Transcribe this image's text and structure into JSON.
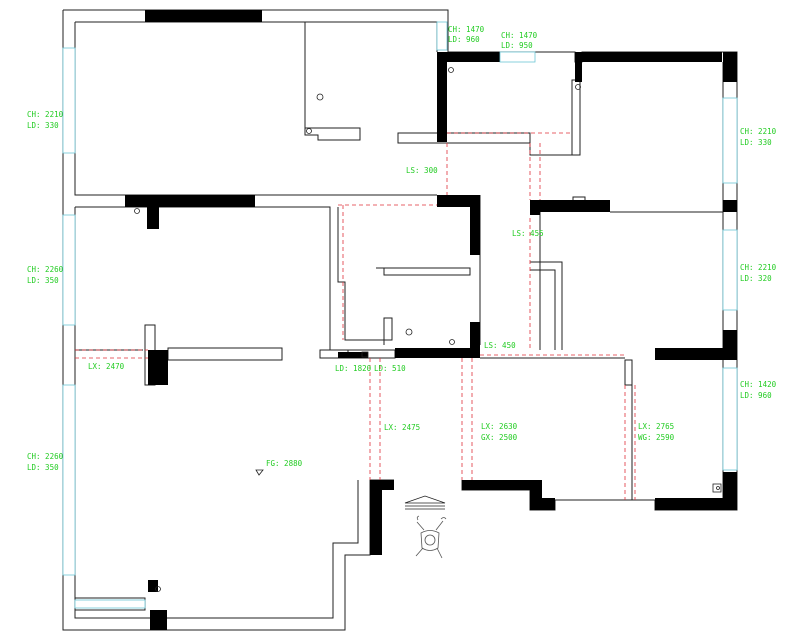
{
  "annotations": {
    "win_top_mid_ch": "CH: 1470",
    "win_top_mid_ld": "LD: 960",
    "win_top_small_ch": "CH: 1470",
    "win_top_small_ld": "LD: 950",
    "win_left_upper_ch": "CH: 2210",
    "win_left_upper_ld": "LD: 330",
    "win_right_upper_ch": "CH: 2210",
    "win_right_upper_ld": "LD: 330",
    "ls_300": "LS: 300",
    "ls_455": "LS: 455",
    "win_left_mid_ch": "CH: 2260",
    "win_left_mid_ld": "LD: 350",
    "win_right_mid_ch": "CH: 2210",
    "win_right_mid_ld": "LD: 320",
    "ls_450": "LS: 450",
    "lx_2470": "LX: 2470",
    "ld_1820": "LD: 1820",
    "ld_510": "LD: 510",
    "win_right_low_ch": "CH: 1420",
    "win_right_low_ld": "LD: 960",
    "lx_2475": "LX: 2475",
    "lx_2630": "LX: 2630",
    "gx_2500": "GX: 2500",
    "lx_2765": "LX: 2765",
    "wg_2590": "WG: 2590",
    "win_left_low_ch": "CH: 2260",
    "win_left_low_ld": "LD: 350",
    "fg_2880": "FG: 2880"
  },
  "colors": {
    "annotation": "#22cc22",
    "wall": "#222222",
    "solid_wall": "#000000",
    "window": "#6cc5d6",
    "beam_line": "#e0303a"
  },
  "icons": [
    "entrance-arrow-icon",
    "person-figure-icon",
    "ceiling-light-icon"
  ]
}
